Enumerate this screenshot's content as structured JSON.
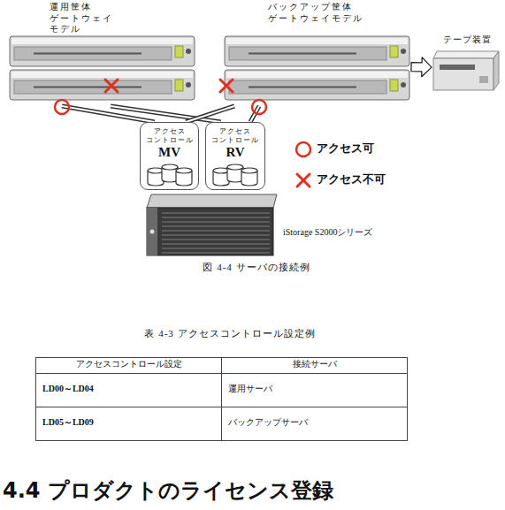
{
  "diagram": {
    "caption": "図 4-4 サーバの接続例",
    "nodes": [
      {
        "text": [
          "運用筐体 ゲートウェイ モデル"
        ]
      },
      {
        "text": [
          "バックアップ筐体 ゲートウェイモデル"
        ]
      },
      {
        "text": [
          "テープ装置"
        ]
      },
      {
        "text": [
          "アクセス コントロール",
          "MV"
        ]
      },
      {
        "text": [
          "アクセス コントロール",
          "RV"
        ]
      },
      {
        "text": [
          "iStorage S2000シリーズ"
        ]
      }
    ],
    "edges": [
      {
        "from": 1,
        "to": 2,
        "arrow": "to"
      },
      {
        "from": 0,
        "to": 3,
        "arrow": "none"
      },
      {
        "from": 0,
        "to": 4,
        "arrow": "none"
      },
      {
        "from": 1,
        "to": 3,
        "arrow": "none"
      },
      {
        "from": 1,
        "to": 4,
        "arrow": "none"
      }
    ],
    "labels": [
      "表 4-3 アクセスコントロール設定例",
      "アクセスコントロール設定",
      "接続サーバ",
      "LD00～LD04",
      "運用サーバ",
      "LD05～LD09",
      "バックアップサーバ",
      "4.4 プロダクトのライセンス登録"
    ],
    "legend": [
      {
        "text": "アクセス可"
      },
      {
        "text": "アクセス不可"
      }
    ]
  }
}
